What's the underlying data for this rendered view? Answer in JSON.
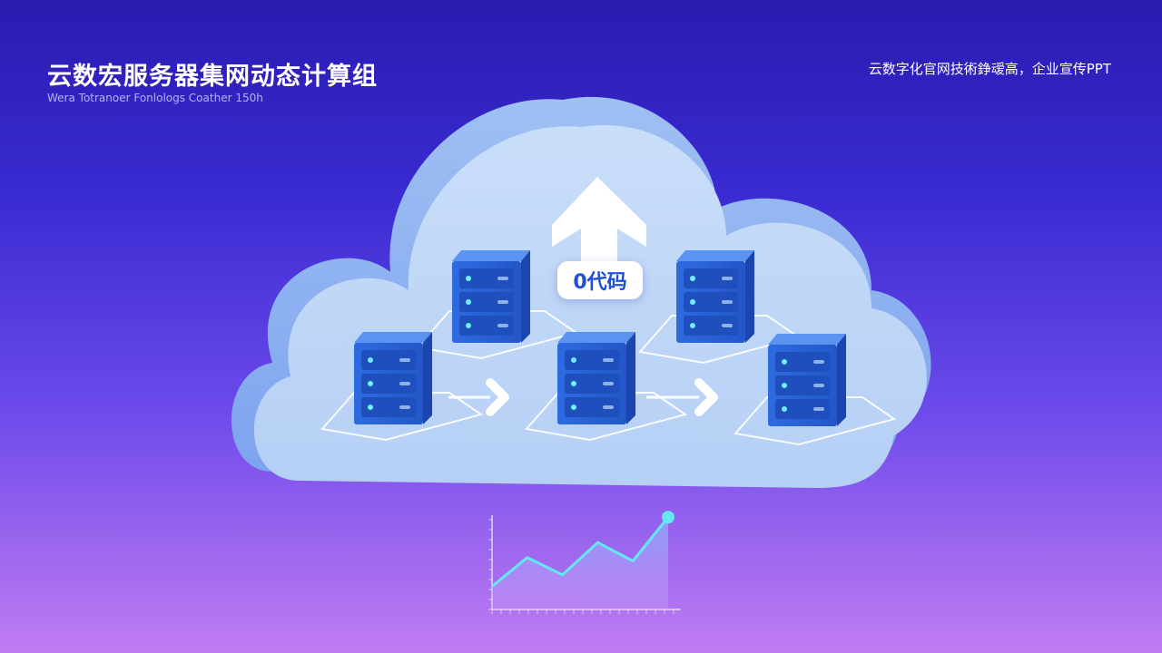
{
  "slide": {
    "title": "云数宏服务器集网动态计算组",
    "subtitle": "Wera Totranoer Fonlologs Coather 150h",
    "tagline": "云数字化官网技術錚叆高，企业宣传PPT"
  },
  "badge": {
    "label": "0代码"
  },
  "icons": [
    "cloud-icon",
    "upload-arrow-icon",
    "server-icon",
    "arrow-right-icon",
    "growth-chart-icon"
  ],
  "colors": {
    "bg_top": "#2a1bb0",
    "bg_bottom": "#c07cf2",
    "cloud": "#c0d9f6",
    "server": "#2a63d8",
    "accent": "#5fe6f0",
    "badge_text": "#1e4fd6"
  },
  "chart_data": {
    "type": "area",
    "values": [
      0.2,
      0.45,
      0.3,
      0.58,
      0.42,
      0.8
    ],
    "note_marker": "last-point-highlighted"
  }
}
